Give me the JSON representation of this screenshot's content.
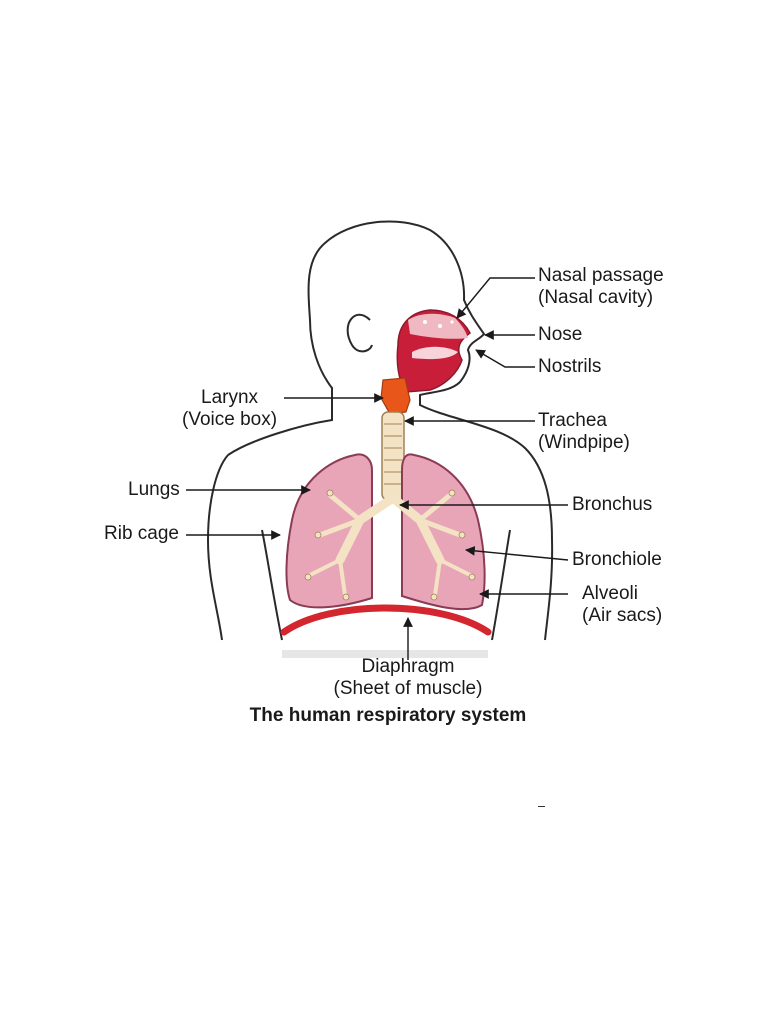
{
  "labels": {
    "nasal_passage": [
      "Nasal passage",
      "(Nasal cavity)"
    ],
    "nose": "Nose",
    "nostrils": "Nostrils",
    "larynx": [
      "Larynx",
      "(Voice box)"
    ],
    "trachea": [
      "Trachea",
      "(Windpipe)"
    ],
    "lungs": "Lungs",
    "rib_cage": "Rib cage",
    "bronchus": "Bronchus",
    "bronchiole": "Bronchiole",
    "alveoli": [
      "Alveoli",
      "(Air sacs)"
    ],
    "diaphragm": [
      "Diaphragm",
      "(Sheet of muscle)"
    ]
  },
  "caption": "The human respiratory system",
  "colors": {
    "outline": "#2a2a2a",
    "lung_fill": "#e8a5b8",
    "lung_edge": "#8c3b55",
    "airway": "#f3e2c4",
    "airway_edge": "#a08256",
    "nasal": "#c81e3a",
    "nasal_light": "#f0b9c2",
    "larynx": "#e8561a",
    "diaphragm": "#d4262e",
    "body_shade": "#e6e6e6"
  }
}
